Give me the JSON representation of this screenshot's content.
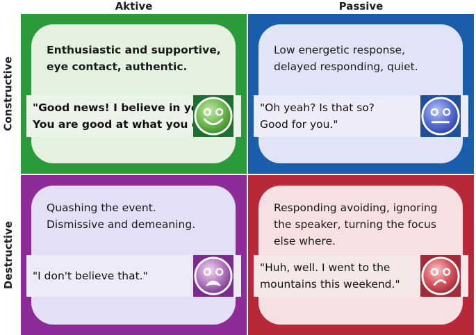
{
  "columns": {
    "active": "Aktive",
    "passive": "Passive"
  },
  "rows": {
    "constructive": "Constructive",
    "destructive": "Destructive"
  },
  "quadrants": {
    "active_constructive": {
      "description_lines": [
        "Enthusiastic and supportive,",
        "eye contact, authentic."
      ],
      "quote_lines": [
        "\"Good news! I believe in you!",
        "You are good at what you do!\""
      ],
      "face": "smiling-face-icon",
      "colors": {
        "frame": "#2a9a3a",
        "card": "#e4f1de",
        "band": "#ecf4ea",
        "face_box": "#1f6d33"
      }
    },
    "passive_constructive": {
      "description_lines": [
        "Low energetic response,",
        "delayed responding, quiet."
      ],
      "quote_lines": [
        "\"Oh yeah? Is that so?",
        "Good for you.\""
      ],
      "face": "neutral-face-icon",
      "colors": {
        "frame": "#1a5dab",
        "card": "#e0e4f6",
        "band": "#ecedf8",
        "face_box": "#1f4f9b"
      }
    },
    "active_destructive": {
      "description_lines": [
        "Quashing the event.",
        "Dismissive and demeaning."
      ],
      "quote_lines": [
        "\"I don't believe that.\""
      ],
      "face": "frowning-face-icon",
      "colors": {
        "frame": "#8e2a9a",
        "card": "#e3e0f5",
        "band": "#ecebf7",
        "face_box": "#7b2a8e"
      }
    },
    "passive_destructive": {
      "description_lines": [
        "Responding avoiding, ignoring",
        "the speaker, turning the focus",
        "else where."
      ],
      "quote_lines": [
        "\"Huh, well. I went to the",
        "mountains this weekend.\""
      ],
      "face": "sad-face-icon",
      "colors": {
        "frame": "#b82838",
        "card": "#f6e0e2",
        "band": "#f6e8e9",
        "face_box": "#a32a36"
      }
    }
  }
}
